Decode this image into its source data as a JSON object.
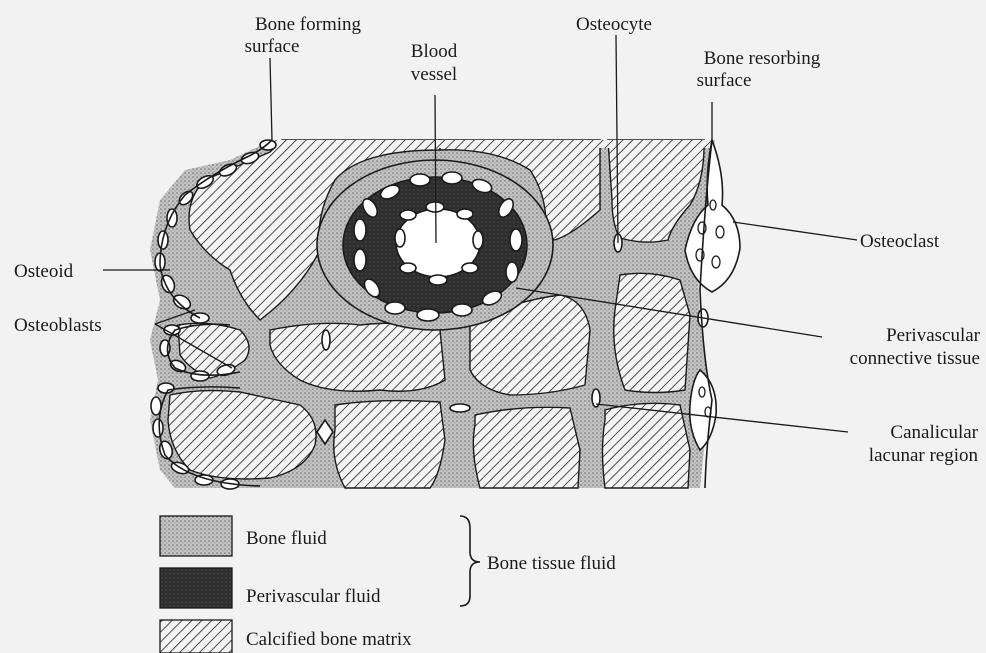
{
  "labels": {
    "bone_forming_1": "Bone forming",
    "bone_forming_2": "surface",
    "blood_vessel_1": "Blood",
    "blood_vessel_2": "vessel",
    "osteocyte": "Osteocyte",
    "bone_resorbing_1": "Bone resorbing",
    "bone_resorbing_2": "surface",
    "osteoclast": "Osteoclast",
    "osteoid": "Osteoid",
    "osteoblasts": "Osteoblasts",
    "perivascular_1": "Perivascular",
    "perivascular_2": "connective tissue",
    "canalicular_1": "Canalicular",
    "canalicular_2": "lacunar region"
  },
  "legend": {
    "items": [
      {
        "label": "Bone fluid",
        "fill": "dots"
      },
      {
        "label": "Perivascular fluid",
        "fill": "dark"
      },
      {
        "label": "Calcified bone matrix",
        "fill": "hatch"
      }
    ],
    "group_label": "Bone tissue fluid"
  },
  "colors": {
    "background": "#f2f2f2",
    "ink": "#1a1a1a",
    "fluid": "#b4b4b4",
    "perivascular": "#2e2e2e",
    "matrix_bg": "#f4f4f4"
  }
}
